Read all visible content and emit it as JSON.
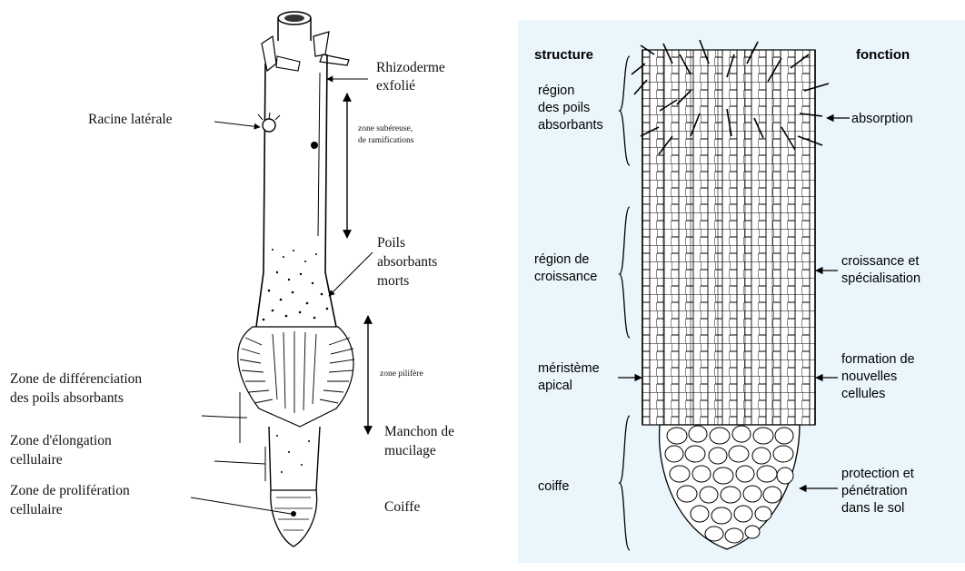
{
  "left": {
    "labels": {
      "rhizoderme_1": "Rhizoderme",
      "rhizoderme_2": "exfolié",
      "racine_laterale": "Racine latérale",
      "zone_suber_1": "zone subéreuse,",
      "zone_suber_2": "de ramifications",
      "poils_1": "Poils",
      "poils_2": "absorbants",
      "poils_3": "morts",
      "zone_pilifere": "zone pilifère",
      "zd_1": "Zone de différenciation",
      "zd_2": "des poils absorbants",
      "ze_1": "Zone d'élongation",
      "ze_2": "cellulaire",
      "zp_1": "Zone de prolifération",
      "zp_2": "cellulaire",
      "manchon_1": "Manchon de",
      "manchon_2": "mucilage",
      "coiffe": "Coiffe"
    }
  },
  "right": {
    "structure_header": "structure",
    "fonction_header": "fonction",
    "structure": {
      "poils_1": "région",
      "poils_2": "des poils",
      "poils_3": "absorbants",
      "croissance_1": "région de",
      "croissance_2": "croissance",
      "meristeme_1": "méristème",
      "meristeme_2": "apical",
      "coiffe": "coiffe"
    },
    "fonction": {
      "absorption": "absorption",
      "croissance_1": "croissance et",
      "croissance_2": "spécialisation",
      "formation_1": "formation de",
      "formation_2": "nouvelles",
      "formation_3": "cellules",
      "protection_1": "protection et",
      "protection_2": "pénétration",
      "protection_3": "dans le sol"
    },
    "colors": {
      "panel_background": "#eaf6fb",
      "ink": "#000000"
    }
  }
}
